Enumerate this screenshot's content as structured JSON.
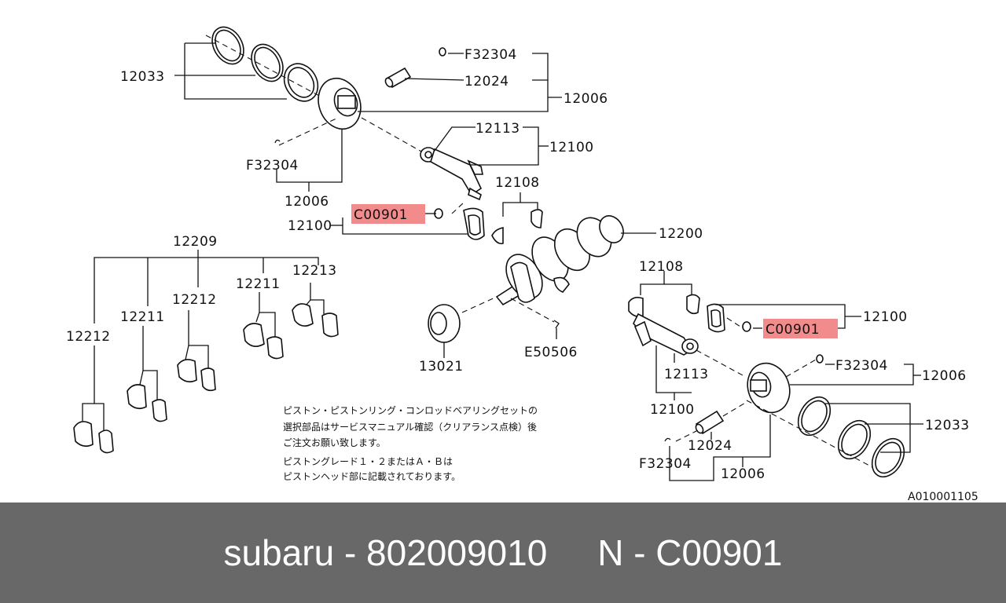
{
  "labels": {
    "F32304_a": "F32304",
    "12024_a": "12024",
    "12006_a": "12006",
    "12033_a": "12033",
    "F32304_b": "F32304",
    "12006_b": "12006",
    "12113_a": "12113",
    "12100_a": "12100",
    "12108_a": "12108",
    "C00901_a": "C00901",
    "12100_b": "12100",
    "12200": "12200",
    "12209": "12209",
    "12213": "12213",
    "12211_a": "12211",
    "12212_a": "12212",
    "12211_b": "12211",
    "12212_b": "12212",
    "12108_b": "12108",
    "12100_c": "12100",
    "C00901_b": "C00901",
    "13021": "13021",
    "E50506": "E50506",
    "12113_b": "12113",
    "F32304_c": "F32304",
    "12006_c": "12006",
    "12100_d": "12100",
    "12033_b": "12033",
    "12024_b": "12024",
    "F32304_d": "F32304",
    "12006_d": "12006"
  },
  "note": {
    "line1": "ピストン・ピストンリング・コンロッドベアリングセットの",
    "line2": "選択部品はサービスマニュアル確認（クリアランス点検）後",
    "line3": "ご注文お願い致します。",
    "line4": "ピストングレード１・２またはＡ・Ｂは",
    "line5": "ピストンヘッド部に記載されております。"
  },
  "diagram_code": "A010001105",
  "footer": {
    "text": "subaru - 802009010     N - C00901"
  },
  "colors": {
    "highlight": "#f28b8b",
    "footer_bg": "#686868",
    "footer_text": "#ffffff"
  }
}
